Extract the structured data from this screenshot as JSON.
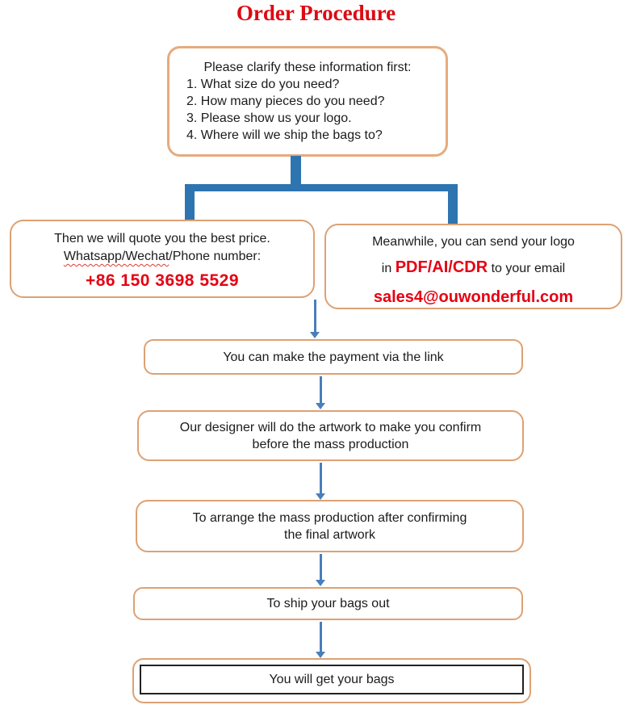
{
  "title": "Order Procedure",
  "colors": {
    "title_red": "#dd0a12",
    "accent_red": "#e60012",
    "box_border_peach": "#dda173",
    "step1_border_peach": "#e5ab7e",
    "connector_blue": "#2e74b0",
    "arrow_blue": "#4a7ebb",
    "text_black": "#1b1b1b"
  },
  "steps": {
    "clarify": {
      "heading": "Please clarify these information first:",
      "items": [
        "1. What size do you need?",
        "2. How many pieces do you need?",
        "3. Please show us your logo.",
        "4. Where will we ship the bags to?"
      ]
    },
    "quote": {
      "line1": "Then we will quote you the best price.",
      "line2_wavy": "Whatsapp/Wechat",
      "line2_rest": "/Phone number:",
      "phone": "+86 150 3698 5529"
    },
    "logo": {
      "line1": "Meanwhile, you can send your logo",
      "line2_pre": "in ",
      "line2_red": "PDF/AI/CDR",
      "line2_post": " to your email",
      "email": "sales4@ouwonderful.com"
    },
    "payment": "You can make the payment via the link",
    "artwork_line1": "Our designer will do the artwork to make you confirm",
    "artwork_line2": "before the mass production",
    "production_line1": "To arrange the mass production after confirming",
    "production_line2": "the final artwork",
    "ship": "To ship your bags out",
    "receive": "You will get your bags"
  }
}
